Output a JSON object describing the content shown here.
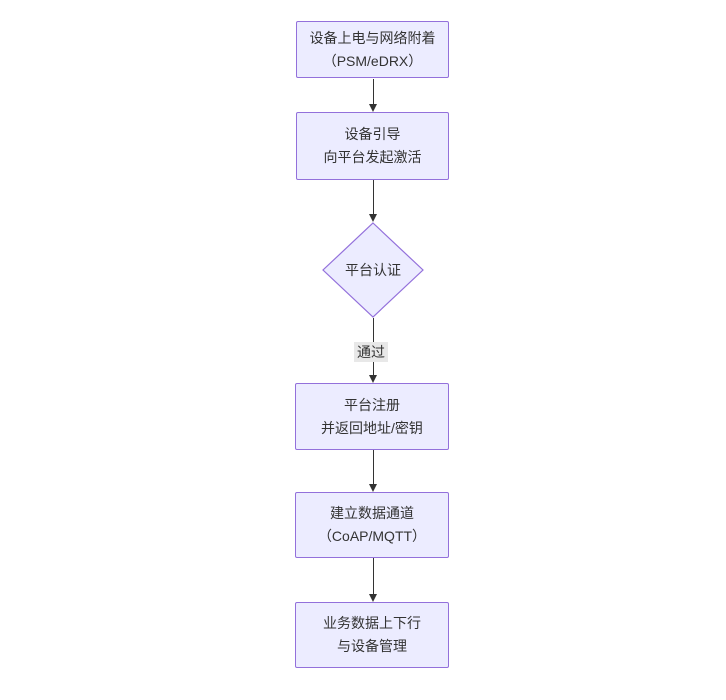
{
  "diagram": {
    "type": "flowchart",
    "direction": "top-down",
    "colors": {
      "background": "#ffffff",
      "node_fill": "#ECECFF",
      "node_border": "#9370DB",
      "text": "#333333",
      "arrow": "#333333",
      "edge_label_bg": "#e8e8e8"
    },
    "nodes": [
      {
        "id": "power-attach",
        "shape": "rect",
        "lines": [
          "设备上电与网络附着",
          "（PSM/eDRX）"
        ]
      },
      {
        "id": "bootstrap",
        "shape": "rect",
        "lines": [
          "设备引导",
          "向平台发起激活"
        ]
      },
      {
        "id": "platform-auth",
        "shape": "diamond",
        "lines": [
          "平台认证"
        ]
      },
      {
        "id": "register",
        "shape": "rect",
        "lines": [
          "平台注册",
          "并返回地址/密钥"
        ]
      },
      {
        "id": "data-channel",
        "shape": "rect",
        "lines": [
          "建立数据通道",
          "（CoAP/MQTT）"
        ]
      },
      {
        "id": "business-data",
        "shape": "rect",
        "lines": [
          "业务数据上下行",
          "与设备管理"
        ]
      }
    ],
    "edges": [
      {
        "from": "power-attach",
        "to": "bootstrap",
        "label": ""
      },
      {
        "from": "bootstrap",
        "to": "platform-auth",
        "label": ""
      },
      {
        "from": "platform-auth",
        "to": "register",
        "label": "通过"
      },
      {
        "from": "register",
        "to": "data-channel",
        "label": ""
      },
      {
        "from": "data-channel",
        "to": "business-data",
        "label": ""
      }
    ]
  }
}
